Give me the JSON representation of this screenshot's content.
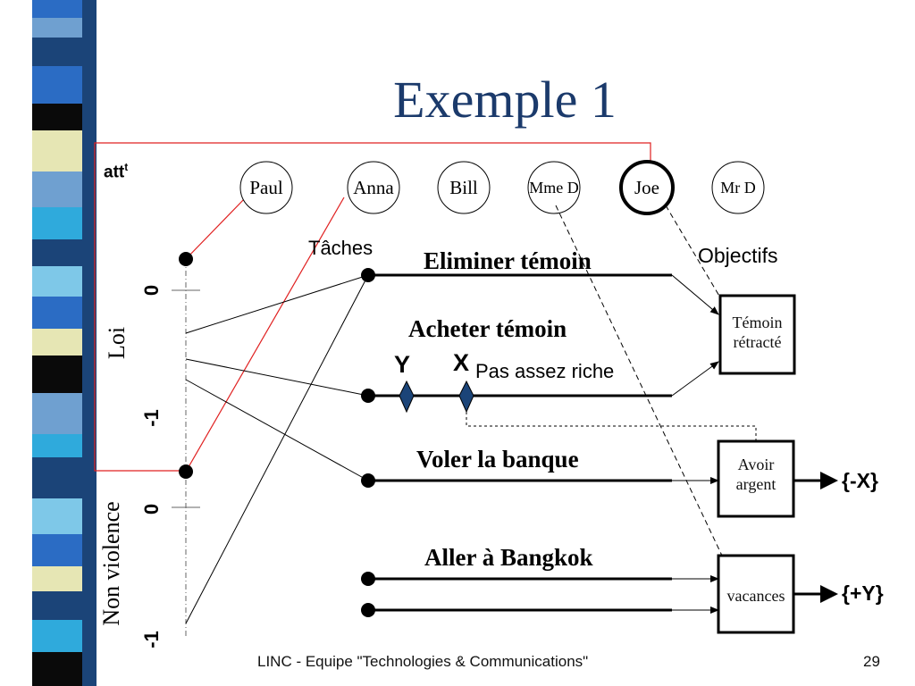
{
  "slide": {
    "title": "Exemple 1",
    "footer_text": "LINC - Equipe \"Technologies & Communications\"",
    "page_number": "29"
  },
  "diagram": {
    "att_label": "att",
    "att_superscript": "t",
    "agents": [
      "Paul",
      "Anna",
      "Bill",
      "Mme D",
      "Joe",
      "Mr D"
    ],
    "taches_label": "Tâches",
    "objectifs_label": "Objectifs",
    "axis_loi": "Loi",
    "axis_non_violence": "Non violence",
    "tick_zero_top": "0",
    "tick_minus_one_top": "-1",
    "tick_zero_bottom": "0",
    "tick_minus_one_bottom": "-1",
    "tasks": [
      "Eliminer témoin",
      "Acheter témoin",
      "Voler la banque",
      "Aller à Bangkok"
    ],
    "y_marker": "Y",
    "x_marker": "X",
    "pas_assez_riche": "Pas assez riche",
    "goals": [
      {
        "line1": "Témoin",
        "line2": "rétracté"
      },
      {
        "line1": "Avoir",
        "line2": "argent"
      },
      {
        "line1": "vacances",
        "line2": ""
      }
    ],
    "minus_x": "{-X}",
    "plus_y": "{+Y}"
  },
  "theme": {
    "title_color": "#1b3a6b",
    "red_line": "#e02020",
    "stripe_colors": [
      "#2b6cc4",
      "#1b4478",
      "#0a0a0a",
      "#e6e6b4",
      "#6fa0d0",
      "#2faadc",
      "#7ec8e8"
    ]
  }
}
